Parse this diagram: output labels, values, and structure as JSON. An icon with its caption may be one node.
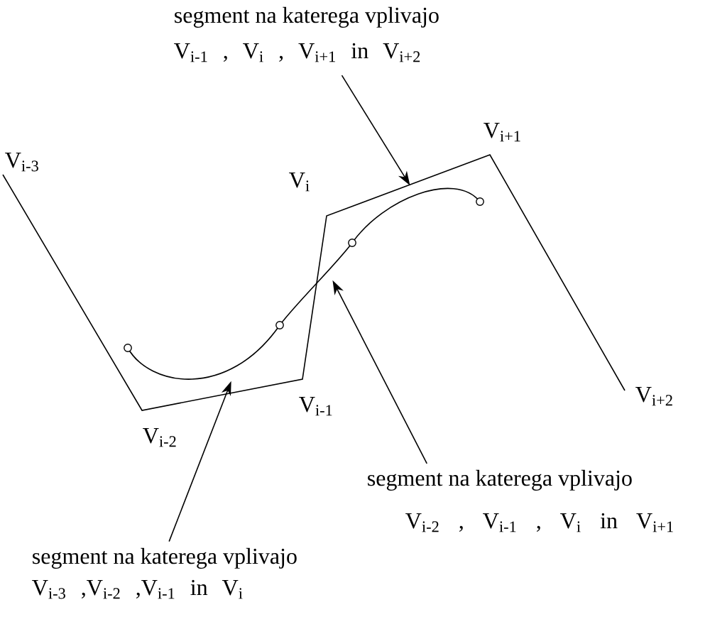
{
  "diagram": {
    "nodes": [
      {
        "text": [
          "segment na katerega vplivajo",
          "V$_{i-1}$ , V$_{i}$ , V$_{i+1}$ in V$_{i+2}$"
        ]
      },
      {
        "text": [],
        "shape": "curve"
      },
      {
        "text": [],
        "shape": "curve"
      },
      {
        "text": [],
        "shape": "curve"
      },
      {
        "text": [
          "segment na katerega vplivajo",
          "V$_{i-2}$ , V$_{i-1}$ , V$_{i}$ in V$_{i+1}$"
        ]
      },
      {
        "text": [
          "segment na katerega vplivajo",
          "V$_{i-3}$ ,V$_{i-2}$ ,V$_{i-1}$ in V$_{i}$"
        ]
      }
    ],
    "edges": [
      {
        "from": 0,
        "to": 3,
        "arrow": "to"
      },
      {
        "from": 4,
        "to": 2,
        "arrow": "to"
      },
      {
        "from": 5,
        "to": 1,
        "arrow": "to"
      }
    ],
    "labels": [
      "V$_{i+1}$",
      "V$_{i-3}$",
      "V$_{i}$",
      "V$_{i+2}$",
      "V$_{i-1}$",
      "V$_{i-2}$"
    ]
  }
}
